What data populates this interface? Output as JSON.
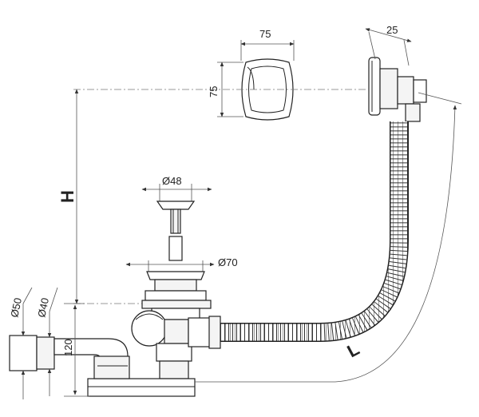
{
  "dimensions": {
    "overflow_width": "75",
    "overflow_height": "75",
    "overflow_depth": "25",
    "stopper_diameter": "Ø48",
    "drain_diameter": "Ø70",
    "outlet_diameter_50": "Ø50",
    "outlet_diameter_40": "Ø40",
    "trap_height": "120",
    "height_label": "H",
    "length_label": "L"
  }
}
